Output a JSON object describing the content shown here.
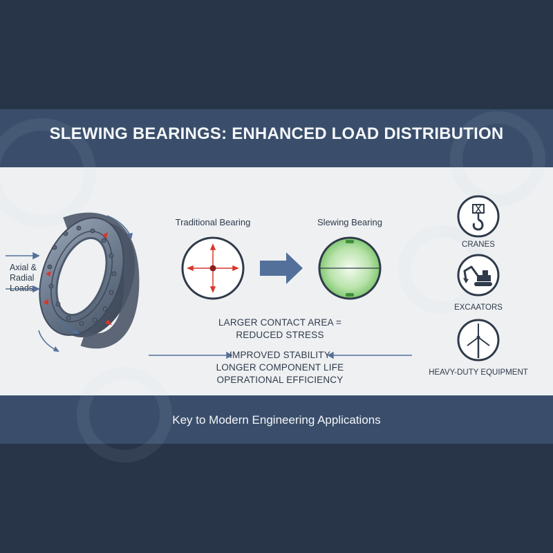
{
  "title": "SLEWING BEARINGS: ENHANCED LOAD DISTRIBUTION",
  "footer": "Key to Modern Engineering Applications",
  "loads_label": [
    "Axial &",
    "Radial",
    "Loads"
  ],
  "comparison": {
    "traditional_label": "Traditional Bearing",
    "slewing_label": "Slewing Bearing",
    "contact_note": [
      "LARGER CONTACT AREA =",
      "REDUCED STRESS"
    ]
  },
  "benefits": [
    "IMPROVED STABILITY",
    "LONGER COMPONENT LIFE",
    "OPERATIONAL EFFICIENCY"
  ],
  "applications": [
    {
      "label": "CRANES",
      "icon": "crane-hook-icon"
    },
    {
      "label": "EXCAATORS",
      "icon": "excavator-icon"
    },
    {
      "label": "HEAVY-DUTY EQUIPMENT",
      "icon": "wind-turbine-icon"
    }
  ],
  "colors": {
    "dark_bg": "#283548",
    "band": "#3a4e6b",
    "panel": "#eef0f2",
    "arrow_blue": "#53709a",
    "force_red": "#d9362b",
    "contact_green": "#7cc96d"
  }
}
